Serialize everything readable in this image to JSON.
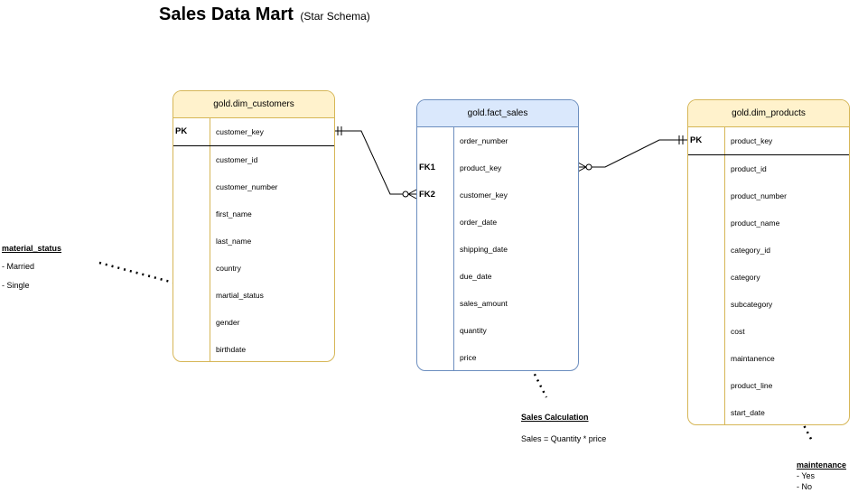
{
  "title": {
    "main": "Sales Data Mart",
    "sub": "(Star Schema)"
  },
  "tables": {
    "customers": {
      "name": "gold.dim_customers",
      "pk_label": "PK",
      "pk_field": "customer_key",
      "fields": [
        "customer_id",
        "customer_number",
        "first_name",
        "last_name",
        "country",
        "martial_status",
        "gender",
        "birthdate"
      ]
    },
    "fact": {
      "name": "gold.fact_sales",
      "fields": [
        "order_number",
        "product_key",
        "customer_key",
        "order_date",
        "shipping_date",
        "due_date",
        "sales_amount",
        "quantity",
        "price"
      ],
      "fk1_label": "FK1",
      "fk2_label": "FK2"
    },
    "products": {
      "name": "gold.dim_products",
      "pk_label": "PK",
      "pk_field": "product_key",
      "fields": [
        "product_id",
        "product_number",
        "product_name",
        "category_id",
        "category",
        "subcategory",
        "cost",
        "maintanence",
        "product_line",
        "start_date"
      ]
    }
  },
  "notes": {
    "marital": {
      "title": "material_status",
      "items": [
        "- Married",
        "- Single"
      ]
    },
    "sales": {
      "title": "Sales Calculation",
      "text": "Sales = Quantity * price"
    },
    "maintenance": {
      "title": "maintenance",
      "items": [
        "- Yes",
        "-  No"
      ]
    }
  }
}
